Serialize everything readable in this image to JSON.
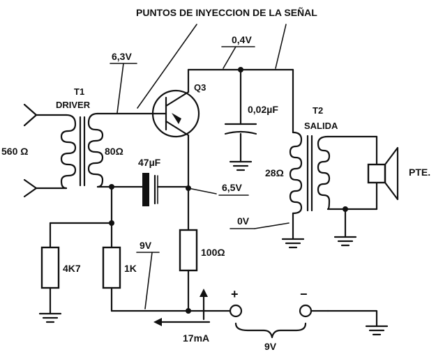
{
  "title": "PUNTOS DE INYECCION DE LA SEÑAL",
  "components": {
    "t1_name": "T1",
    "t1_role": "DRIVER",
    "t1_primary": "560 Ω",
    "t1_secondary": "80Ω",
    "q3": "Q3",
    "cap_bypass": "0,02µF",
    "t2_name": "T2",
    "t2_role": "SALIDA",
    "t2_primary": "28Ω",
    "speaker": "PTE.",
    "cap_coupling": "47µF",
    "r1": "4K7",
    "r2": "1K",
    "r3": "100Ω"
  },
  "voltages": {
    "base": "6,3V",
    "collector": "0,4V",
    "emitter": "6,5V",
    "t2_bottom": "0V",
    "divider": "9V",
    "supply": "9V"
  },
  "current": "17mA",
  "polarity": {
    "plus": "+",
    "minus": "−"
  }
}
